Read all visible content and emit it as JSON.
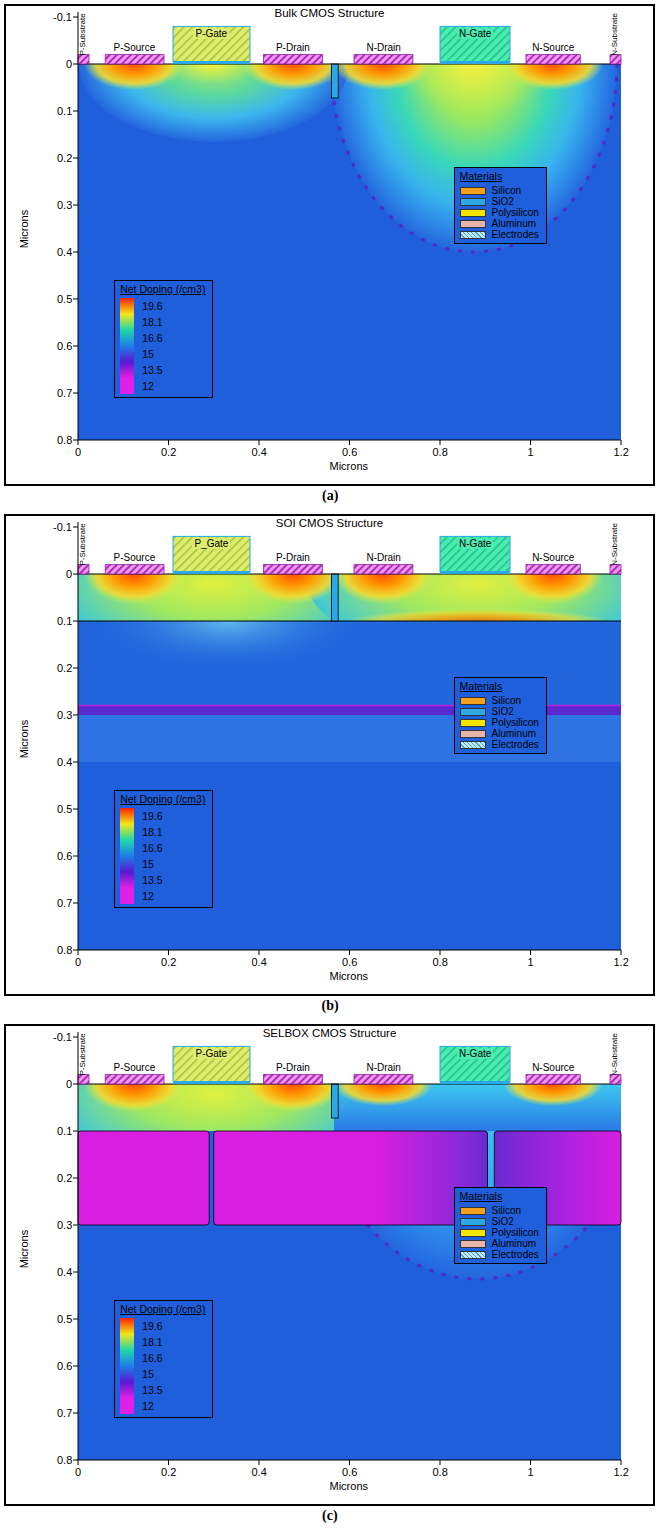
{
  "diagram": {
    "nodes": [
      {
        "text": [
          "Bulk CMOS Structure"
        ]
      },
      {
        "text": [
          "SOI CMOS Structure"
        ]
      },
      {
        "text": [
          "SELBOX CMOS Structure"
        ]
      }
    ],
    "labels": [
      "P-Substrate",
      "P-Source",
      "P-Gate",
      "P-Drain",
      "N-Drain",
      "N-Gate",
      "N-Source",
      "N-Substrate",
      "-0.1",
      "0",
      "0.1",
      "0.2",
      "0.3",
      "0.4",
      "0.5",
      "0.6",
      "0.7",
      "0.8",
      "Microns",
      "0",
      "0.2",
      "0.4",
      "0.6",
      "0.8",
      "1",
      "1.2",
      "Microns",
      "Materials",
      "Net Doping (/cm3)",
      "(a)",
      "P-Substrate",
      "P-Source",
      "P_Gate",
      "P-Drain",
      "N-Drain",
      "N-Gate",
      "N-Source",
      "N-Substrate",
      "-0.1",
      "0",
      "0.1",
      "0.2",
      "0.3",
      "0.4",
      "0.5",
      "0.6",
      "0.7",
      "0.8",
      "Microns",
      "0",
      "0.2",
      "0.4",
      "0.6",
      "0.8",
      "1",
      "1.2",
      "Microns",
      "Materials",
      "Net Doping (/cm3)",
      "(b)",
      "P-Substrate",
      "P-Source",
      "P-Gate",
      "P-Drain",
      "N-Drain",
      "N-Gate",
      "N-Source",
      "N-Substrate",
      "-0.1",
      "0",
      "0.1",
      "0.2",
      "0.3",
      "0.4",
      "0.5",
      "0.6",
      "0.7",
      "0.8",
      "Microns",
      "0",
      "0.2",
      "0.4",
      "0.6",
      "0.8",
      "1",
      "1.2",
      "Microns",
      "Materials",
      "Net Doping (/cm3)",
      "(c)"
    ],
    "legend": [
      {
        "text": "Silicon",
        "color": "#f5a01a"
      },
      {
        "text": "SiO2",
        "color": "#2aa8e8"
      },
      {
        "text": "Polysilicon",
        "color": "#f5e600"
      },
      {
        "text": "Aluminum",
        "color": "#e8b4ac"
      },
      {
        "text": "Electrodes"
      },
      {
        "text": "19.6",
        "color": "#ff2000"
      },
      {
        "text": "18.1",
        "color": "#f2e61a"
      },
      {
        "text": "16.6",
        "color": "#22d6a8"
      },
      {
        "text": "15",
        "color": "#1e7ee8"
      },
      {
        "text": "13.5",
        "color": "#5a18d0"
      },
      {
        "text": "12",
        "color": "#e020e8"
      },
      {
        "text": "Silicon",
        "color": "#f5a01a"
      },
      {
        "text": "SiO2",
        "color": "#2aa8e8"
      },
      {
        "text": "Polysilicon",
        "color": "#f5e600"
      },
      {
        "text": "Aluminum",
        "color": "#e8b4ac"
      },
      {
        "text": "Electrodes"
      },
      {
        "text": "19.6",
        "color": "#ff2000"
      },
      {
        "text": "18.1",
        "color": "#f2e61a"
      },
      {
        "text": "16.6",
        "color": "#22d6a8"
      },
      {
        "text": "15",
        "color": "#1e7ee8"
      },
      {
        "text": "13.5",
        "color": "#5a18d0"
      },
      {
        "text": "12",
        "color": "#e020e8"
      },
      {
        "text": "Silicon",
        "color": "#f5a01a"
      },
      {
        "text": "SiO2",
        "color": "#2aa8e8"
      },
      {
        "text": "Polysilicon",
        "color": "#f5e600"
      },
      {
        "text": "Aluminum",
        "color": "#e8b4ac"
      },
      {
        "text": "Electrodes"
      },
      {
        "text": "19.6",
        "color": "#ff2000"
      },
      {
        "text": "18.1",
        "color": "#f2e61a"
      },
      {
        "text": "16.6",
        "color": "#22d6a8"
      },
      {
        "text": "15",
        "color": "#1e7ee8"
      },
      {
        "text": "13.5",
        "color": "#5a18d0"
      },
      {
        "text": "12",
        "color": "#e020e8"
      }
    ]
  }
}
